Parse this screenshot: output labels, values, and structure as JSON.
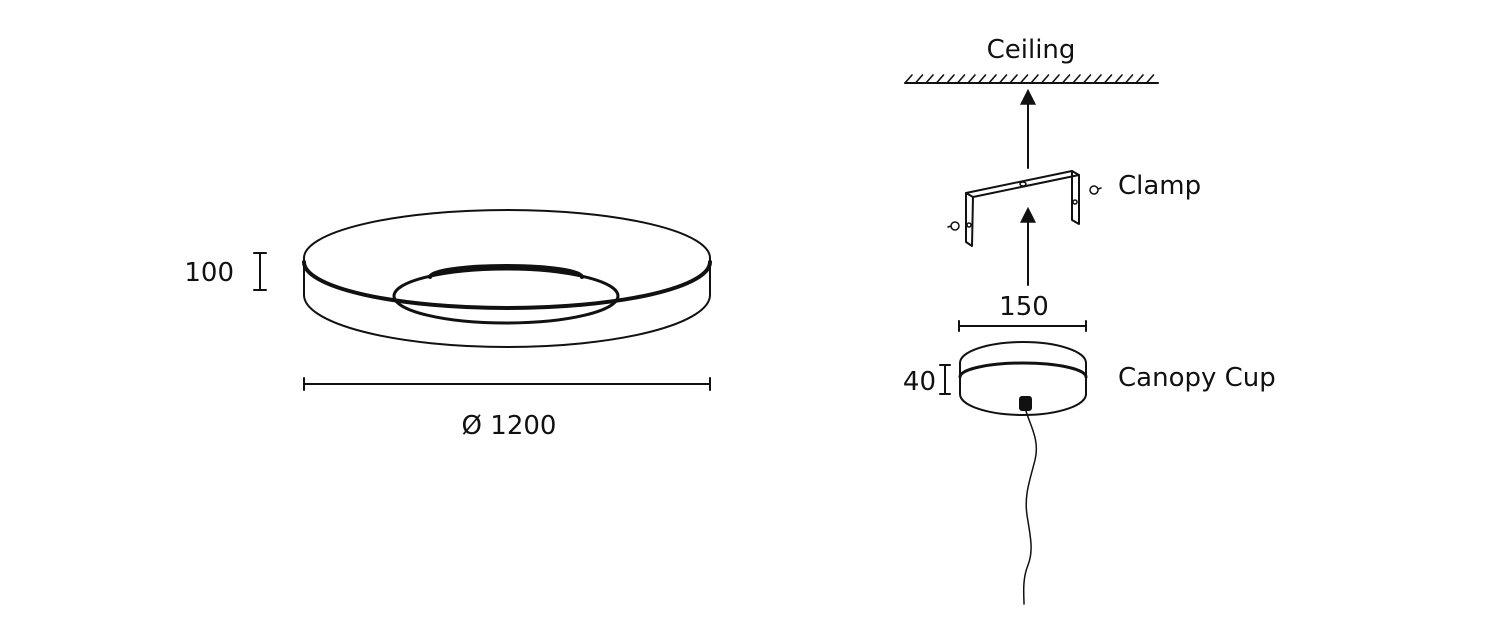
{
  "lamp": {
    "height_label": "100",
    "diameter_label": "Ø 1200"
  },
  "mounting": {
    "ceiling_label": "Ceiling",
    "clamp_label": "Clamp",
    "canopy_label": "Canopy Cup",
    "canopy_width_label": "150",
    "canopy_height_label": "40"
  },
  "colors": {
    "line": "#111111",
    "background": "#ffffff"
  }
}
